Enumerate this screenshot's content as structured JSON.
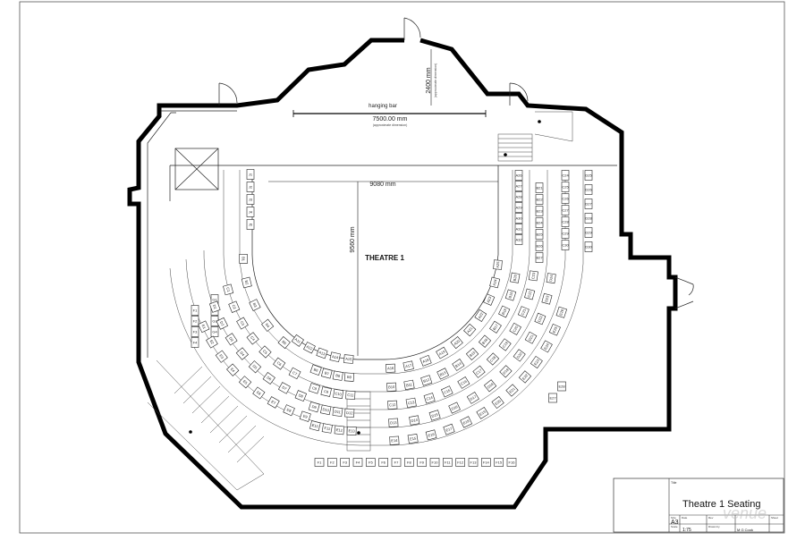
{
  "plan": {
    "hanging_bar": "hanging bar",
    "bar_width": "7500.00 mm",
    "bar_note": "(approximate dimension)",
    "clearance": "2400 mm",
    "clearance_note": "(approximate dimension)",
    "stage_width": "9080 mm",
    "stage_depth": "9560 mm",
    "room_name": "THEATRE 1"
  },
  "title_block": {
    "title_caption": "Title",
    "title": "Theatre 1 Seating",
    "size_caption": "Size",
    "size": "A3",
    "scale_caption": "Scale",
    "scale": "1:75",
    "drawn_by_caption": "Drawn by",
    "drawn_by": "M G Cook",
    "date_caption": "Date",
    "rev_caption": "Rev",
    "sheet_caption": "Sheet"
  },
  "watermark": "venue",
  "seats": {
    "left_top_col": [
      "J1",
      "J2",
      "J3",
      "J4",
      "J5"
    ],
    "left_side_a": [
      "F1",
      "F2",
      "F3",
      "F4"
    ],
    "left_side_b": [
      "G1",
      "G2",
      "G3",
      "G4"
    ],
    "left_block_b": [
      "B1",
      "B2",
      "B3",
      "B4",
      "B5"
    ],
    "left_block_c": [
      "C1",
      "C2",
      "C3",
      "C4",
      "C5",
      "C6",
      "C7"
    ],
    "left_block_d": [
      "D1",
      "D2",
      "D3",
      "D4",
      "D5",
      "D6",
      "D7",
      "D8"
    ],
    "left_block_e": [
      "E1",
      "E2",
      "E3",
      "E4",
      "E5",
      "E6",
      "E7",
      "E8",
      "E9"
    ],
    "row_a_left": [
      "A11",
      "A12",
      "A13",
      "A14",
      "A15"
    ],
    "row_a_right": [
      "A16",
      "A17",
      "A18",
      "A19",
      "A20",
      "A21",
      "A22",
      "A23",
      "A24",
      "A25"
    ],
    "row_b_left": [
      "B6",
      "B7",
      "B8",
      "B9"
    ],
    "row_b_right": [
      "B10",
      "B11",
      "B12",
      "B13",
      "B14",
      "B15",
      "B16",
      "B17",
      "B18",
      "B19",
      "B20"
    ],
    "row_c_left": [
      "C8",
      "C9",
      "C10",
      "C11"
    ],
    "row_c_right": [
      "C12",
      "C13",
      "C14",
      "C15",
      "C16",
      "C17",
      "C18",
      "C19",
      "C20",
      "C21",
      "C22",
      "C23"
    ],
    "row_d_left": [
      "D9",
      "D10",
      "D11",
      "D12"
    ],
    "row_d_right": [
      "D13",
      "D14",
      "D15",
      "D16",
      "D17",
      "D18",
      "D19",
      "D20",
      "D21",
      "D22",
      "D23",
      "D24"
    ],
    "row_e_left": [
      "E10",
      "E11",
      "E12",
      "E13"
    ],
    "row_e_right": [
      "E14",
      "E15",
      "E16",
      "E17",
      "E18",
      "E19",
      "E20",
      "E21",
      "E22",
      "E23",
      "E24",
      "E25",
      "E26"
    ],
    "front_row_f": [
      "F1",
      "F2",
      "F3",
      "F4",
      "F5",
      "F6",
      "F7",
      "F8",
      "F9",
      "F10",
      "F11",
      "F12",
      "F13",
      "F14",
      "F15",
      "F16"
    ],
    "right_col_a": [
      "A26",
      "A27",
      "A28",
      "A29",
      "A30",
      "A31",
      "A32"
    ],
    "right_col_b": [
      "B21",
      "B22",
      "B23",
      "B24",
      "B25",
      "B26",
      "B27"
    ],
    "right_col_c": [
      "C24",
      "C25",
      "C26",
      "C27",
      "C28",
      "C29",
      "C30"
    ],
    "right_col_d": [
      "D25",
      "D26",
      "D27",
      "D28",
      "D29",
      "D30"
    ],
    "right_small": [
      "E27",
      "E28"
    ]
  }
}
